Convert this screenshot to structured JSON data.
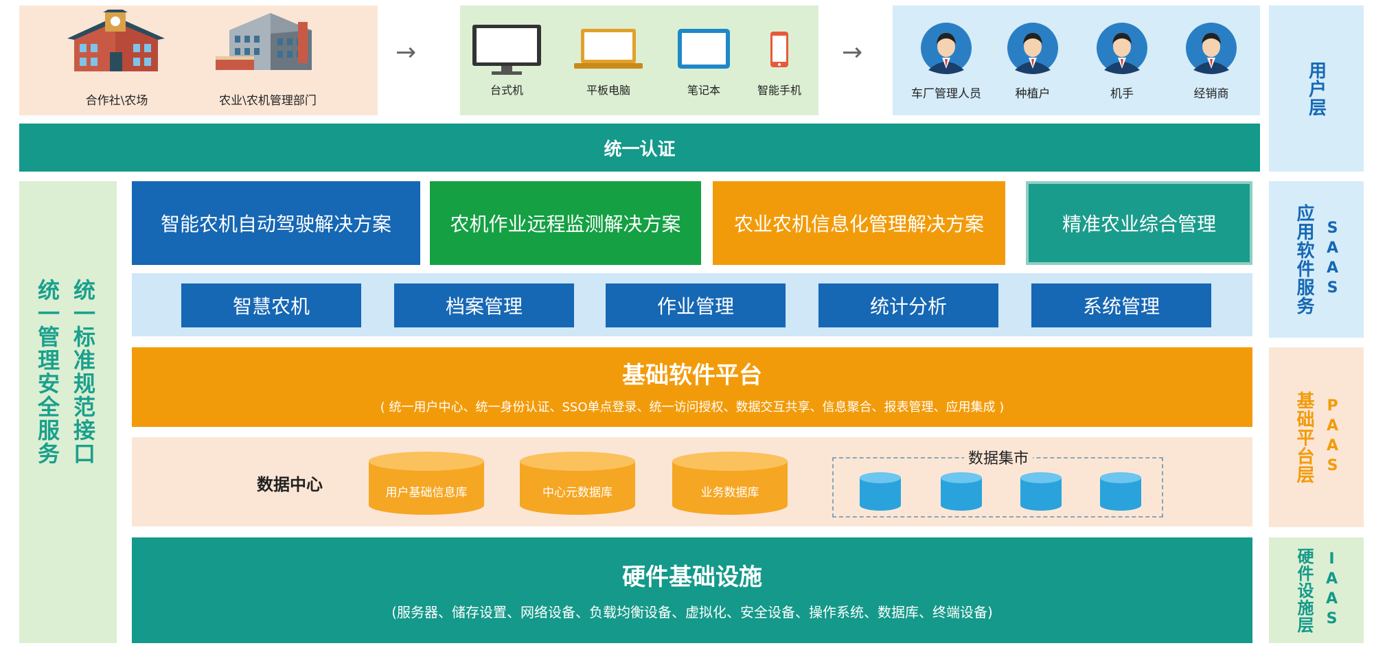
{
  "users": {
    "orgs": [
      {
        "label": "合作社\\农场",
        "icon": "farm-building-icon"
      },
      {
        "label": "农业\\农机管理部门",
        "icon": "government-building-icon"
      }
    ],
    "devices": [
      {
        "label": "台式机",
        "icon": "desktop-icon"
      },
      {
        "label": "平板电脑",
        "icon": "laptop-icon"
      },
      {
        "label": "笔记本",
        "icon": "tablet-icon"
      },
      {
        "label": "智能手机",
        "icon": "phone-icon"
      }
    ],
    "people": [
      {
        "label": "车厂管理人员",
        "icon": "person-icon"
      },
      {
        "label": "种植户",
        "icon": "person-icon"
      },
      {
        "label": "机手",
        "icon": "person-icon"
      },
      {
        "label": "经销商",
        "icon": "person-icon"
      }
    ],
    "arrow": "→"
  },
  "auth": {
    "label": "统一认证"
  },
  "left": {
    "col1": "统一管理安全服务",
    "col2": "统一标准规范接口"
  },
  "solutions": [
    {
      "label": "智能农机自动驾驶解决方案",
      "color": "#1667b4"
    },
    {
      "label": "农机作业远程监测解决方案",
      "color": "#14a043"
    },
    {
      "label": "农业农机信息化管理解决方案",
      "color": "#f29b0a"
    },
    {
      "label": "精准农业综合管理",
      "color": "#1a9c8c"
    }
  ],
  "modules": [
    "智慧农机",
    "档案管理",
    "作业管理",
    "统计分析",
    "系统管理"
  ],
  "platform": {
    "title": "基础软件平台",
    "subtitle": "( 统一用户中心、统一身份认证、SSO单点登录、统一访问授权、数据交互共享、信息聚合、报表管理、应用集成 )"
  },
  "data_center": {
    "label": "数据中心",
    "dbs": [
      "用户基础信息库",
      "中心元数据库",
      "业务数据库"
    ],
    "mart": "数据集市"
  },
  "hardware": {
    "title": "硬件基础设施",
    "subtitle": "(服务器、储存设置、网络设备、负载均衡设备、虚拟化、安全设备、操作系统、数据库、终端设备)"
  },
  "layers": {
    "user": {
      "label": "用户层",
      "color": "#1667b4"
    },
    "saas": {
      "label": "应用软件服务",
      "sub": "SAAS",
      "color": "#1667b4"
    },
    "paas": {
      "label": "基础平台层",
      "sub": "PAAS",
      "color": "#f29b0a"
    },
    "iaas": {
      "label": "硬件设施层",
      "sub": "IAAS",
      "color": "#14998a"
    }
  },
  "colors": {
    "teal": "#14998a",
    "blue": "#1667b4",
    "orange": "#f29b0a",
    "green": "#14a043",
    "cylinder_orange": "#f5a623",
    "cylinder_blue": "#2aa3dd"
  }
}
